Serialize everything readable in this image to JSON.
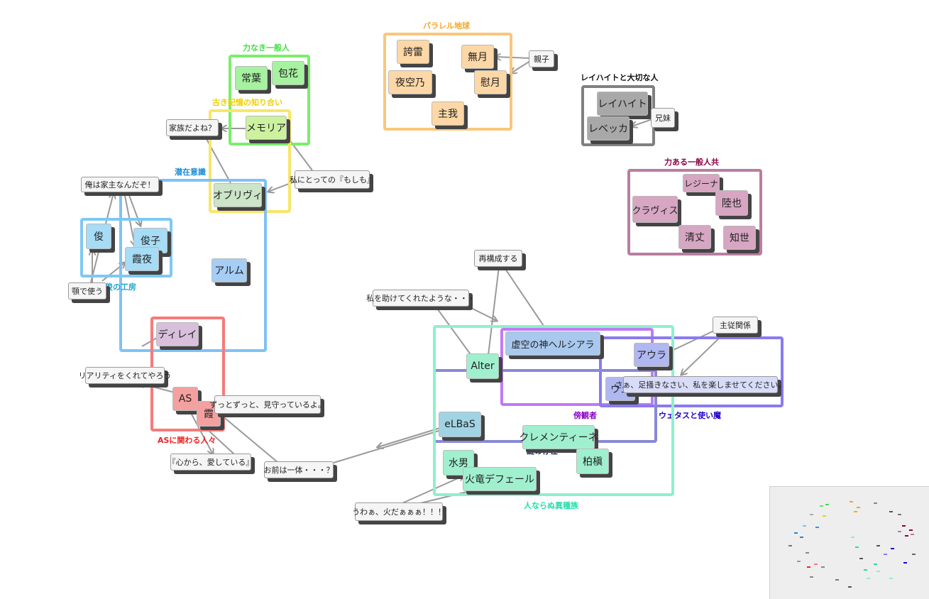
{
  "groups": {
    "parallel": {
      "label": "パラレル地球",
      "color": "#f5a623"
    },
    "powerless": {
      "label": "力なき一般人",
      "color": "#44dd44"
    },
    "old_memory": {
      "label": "古き記憶の知り合い",
      "color": "#f0d000"
    },
    "subconscious": {
      "label": "潜在意識",
      "color": "#1a8ad4"
    },
    "workshop": {
      "label": "俊の工房",
      "color": "#1aa3d4"
    },
    "as_related": {
      "label": "ASに関わる人々",
      "color": "#ee2222"
    },
    "reihaito": {
      "label": "レイハイトと大切な人",
      "color": "#111111"
    },
    "powerful": {
      "label": "力ある一般人共",
      "color": "#880044"
    },
    "inhuman": {
      "label": "人ならぬ異種族",
      "color": "#22ddaa"
    },
    "observer": {
      "label": "傍観者",
      "color": "#8800cc"
    },
    "wetas": {
      "label": "ウェタスと使い魔",
      "color": "#2200cc"
    },
    "mystery": {
      "label": "謎の存在",
      "color": "#111166"
    }
  },
  "nodes": {
    "kosame": "誇雷",
    "muzuki": "無月",
    "yozorano": "夜空乃",
    "isagetsu": "慰月",
    "shuga": "主我",
    "jouyou": "常葉",
    "houka": "包花",
    "memoria": "メモリア",
    "oburivi": "オブリヴィ",
    "arumu": "アルム",
    "shun": "俊",
    "shunko": "俊子",
    "kasumiya": "霞夜",
    "delay": "ディレイ",
    "as": "AS",
    "kasumi": "霞",
    "reihaito": "レイハイト",
    "rebekka": "レベッカ",
    "regina": "レジーナ",
    "kuravis": "クラヴィス",
    "rikuya": "陸也",
    "kiyotake": "清丈",
    "chise": "知世",
    "kokuu": "虚空の神ヘルシアラ",
    "alter": "Alter",
    "aura": "アウラ",
    "we": "ウェ",
    "elbas": "eLBaS",
    "clementine": "クレメンティーネ",
    "mizuo": "水男",
    "kaku": "柏槇",
    "kaaryu": "火竜デフェール"
  },
  "labels": {
    "oyako": "親子",
    "kyomai": "兄妹",
    "kazoku": "家族だよね？",
    "moshimo": "私にとっての『もしも』",
    "kashu": "俺は家主なんだぞ！",
    "agotsukau": "顎で使う",
    "reality": "リアリティをくれてやろう",
    "mimamoru": "ずっとずっと、見守っているよ。",
    "aishiteru": "『心から、愛している』",
    "omaeha": "お前は一体・・・？",
    "saikousei": "再構成する",
    "tasukete": "私を助けてくれたような・・・",
    "shujuu": "主従関係",
    "ashibaki": "さぁ、足掻きなさい、私を楽しませてください。",
    "uwaa": "うわぁ、火だぁぁぁ！！！"
  }
}
